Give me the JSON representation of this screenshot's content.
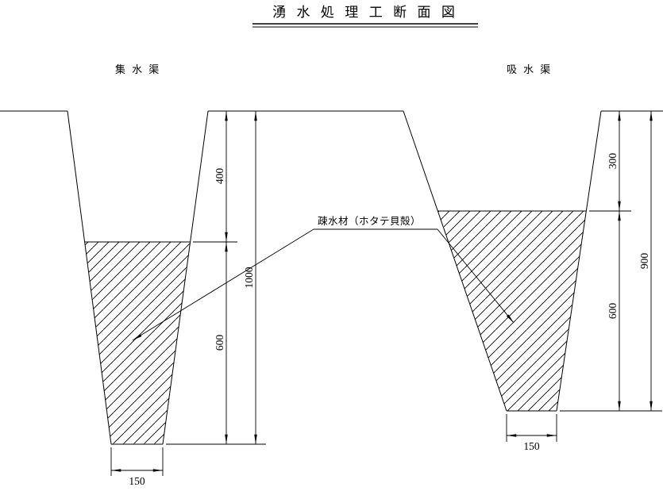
{
  "title": "湧 水 処 理 工 断 面 図",
  "left_trench": {
    "label": "集 水 渠",
    "dim_upper": "400",
    "dim_lower": "600",
    "dim_total": "1000",
    "dim_bottom_width": "150"
  },
  "right_trench": {
    "label": "吸 水 渠",
    "dim_upper": "300",
    "dim_lower": "600",
    "dim_total": "900",
    "dim_bottom_width": "150"
  },
  "annotation": {
    "material_label": "疎水材（ホタテ貝殻）"
  },
  "colors": {
    "line": "#000000",
    "background": "#ffffff"
  }
}
